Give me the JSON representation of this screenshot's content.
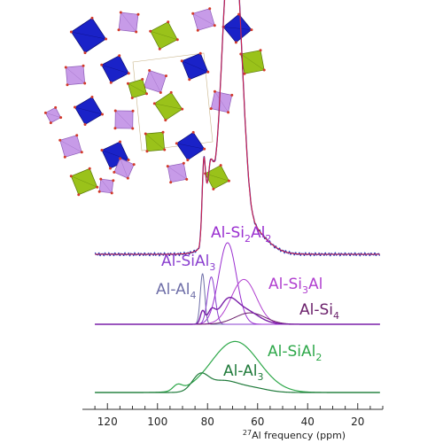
{
  "chart_data": {
    "type": "line",
    "xlabel": {
      "sup": "27",
      "text": "Al frequency (ppm)"
    },
    "x_ticks": [
      120,
      100,
      80,
      60,
      40,
      20
    ],
    "x_ticks_label": [
      "120",
      "100",
      "80",
      "60",
      "40",
      "20"
    ],
    "xlim": [
      130,
      10
    ],
    "panels": {
      "experimental": {
        "series": [
          {
            "role": "experiment",
            "color": "#1f3fbf"
          },
          {
            "role": "fit",
            "color": "#d0204a"
          }
        ],
        "y_base_frac": 0,
        "peaks_ppm": [
          81.5,
          79,
          76,
          72,
          69,
          67
        ]
      },
      "components": {
        "color_total": "#7a1fa8",
        "series": [
          {
            "name_main": "Al-Al",
            "name_sub": "4",
            "center": 82,
            "width": 0.9,
            "height": 0.62,
            "color": "#6f6fa8"
          },
          {
            "name_main": "Al-SiAl",
            "name_sub": "3",
            "center": 78.5,
            "width": 1.5,
            "height": 0.58,
            "color": "#8a3fcf"
          },
          {
            "name_main": "Al-Si",
            "name_sub": "2",
            "name_main2": "Al",
            "name_sub2": "2",
            "center": 72,
            "width": 3.5,
            "height": 1.0,
            "color": "#9a2fd0"
          },
          {
            "name_main": "Al-Si",
            "name_sub": "3",
            "name_main2": "Al",
            "center": 65.5,
            "width": 5.0,
            "height": 0.55,
            "color": "#b03fcf"
          },
          {
            "name_main": "Al-Si",
            "name_sub": "4",
            "center": 63,
            "width": 6.0,
            "height": 0.14,
            "color": "#6a1f6a"
          }
        ]
      },
      "simulated": {
        "series": [
          {
            "name_main": "Al-SiAl",
            "name_sub": "2",
            "color": "#2ea84a"
          },
          {
            "name_main": "Al-Al",
            "name_sub": "3",
            "color": "#1f7a3a"
          }
        ]
      }
    }
  }
}
